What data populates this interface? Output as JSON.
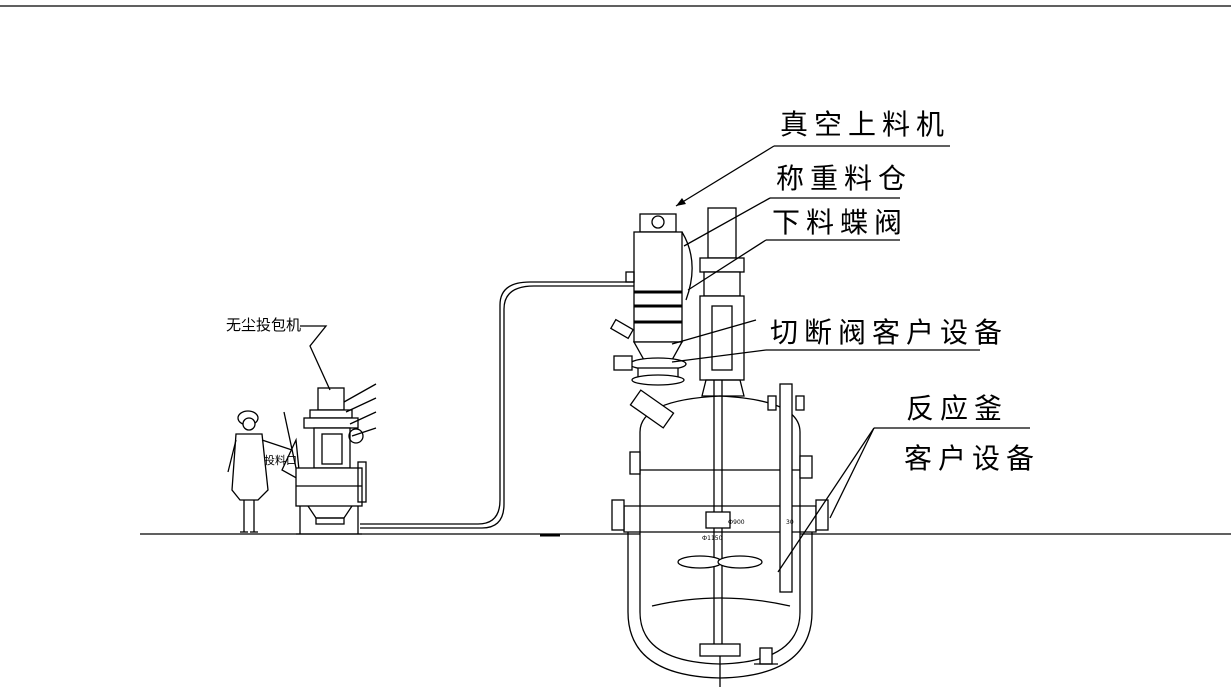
{
  "labels": {
    "vacuum_loader": "真空上料机",
    "weigh_bin": "称重料仓",
    "butterfly_valve": "下料蝶阀",
    "shutoff_valve": "切断阀客户设备",
    "reactor": "反应釜",
    "customer_equipment": "客户设备",
    "dustless_feeder": "无尘投包机",
    "feed_port": "投料口",
    "dim_900": "Ф900",
    "dim_30": "30",
    "dim_1150": "Ф1150"
  },
  "colors": {
    "line": "#000000",
    "background": "#ffffff"
  }
}
